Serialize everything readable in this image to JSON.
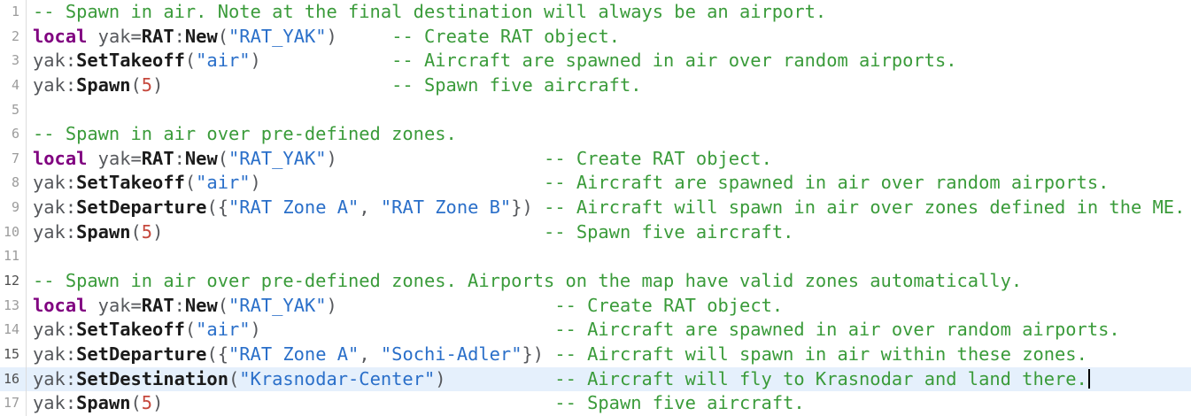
{
  "editor": {
    "background": "#ffffff",
    "language": "lua",
    "colors": {
      "comment": "#3a9b3a",
      "keyword": "#800080",
      "string": "#2a6fc9",
      "number": "#c5473c",
      "func": "#1b1b1b",
      "plain": "#56585c",
      "line_number": "#9c9c9c",
      "line_number_dark": "#4e4e4e",
      "gutter_border": "#dcdcdc",
      "active_line_background": "#e5f0fc",
      "cursor": "#000000"
    },
    "lines": [
      {
        "num": "1",
        "dark": false,
        "active": false,
        "cursor": false,
        "tokens": [
          {
            "t": "-- Spawn in air. Note at the final destination will always be an airport.",
            "c": "c"
          }
        ]
      },
      {
        "num": "2",
        "dark": false,
        "active": false,
        "cursor": false,
        "tokens": [
          {
            "t": "local",
            "c": "k"
          },
          {
            "t": " yak=",
            "c": "p"
          },
          {
            "t": "RAT",
            "c": "f"
          },
          {
            "t": ":",
            "c": "p"
          },
          {
            "t": "New",
            "c": "f"
          },
          {
            "t": "(",
            "c": "p"
          },
          {
            "t": "\"RAT_YAK\"",
            "c": "s"
          },
          {
            "t": ")     ",
            "c": "p"
          },
          {
            "t": "-- Create RAT object.",
            "c": "c"
          }
        ]
      },
      {
        "num": "3",
        "dark": false,
        "active": false,
        "cursor": false,
        "tokens": [
          {
            "t": "yak:",
            "c": "p"
          },
          {
            "t": "SetTakeoff",
            "c": "f"
          },
          {
            "t": "(",
            "c": "p"
          },
          {
            "t": "\"air\"",
            "c": "s"
          },
          {
            "t": ")            ",
            "c": "p"
          },
          {
            "t": "-- Aircraft are spawned in air over random airports.",
            "c": "c"
          }
        ]
      },
      {
        "num": "4",
        "dark": false,
        "active": false,
        "cursor": false,
        "tokens": [
          {
            "t": "yak:",
            "c": "p"
          },
          {
            "t": "Spawn",
            "c": "f"
          },
          {
            "t": "(",
            "c": "p"
          },
          {
            "t": "5",
            "c": "n"
          },
          {
            "t": ")                     ",
            "c": "p"
          },
          {
            "t": "-- Spawn five aircraft.",
            "c": "c"
          }
        ]
      },
      {
        "num": "5",
        "dark": false,
        "active": false,
        "cursor": false,
        "tokens": []
      },
      {
        "num": "6",
        "dark": false,
        "active": false,
        "cursor": false,
        "tokens": [
          {
            "t": "-- Spawn in air over pre-defined zones.",
            "c": "c"
          }
        ]
      },
      {
        "num": "7",
        "dark": false,
        "active": false,
        "cursor": false,
        "tokens": [
          {
            "t": "local",
            "c": "k"
          },
          {
            "t": " yak=",
            "c": "p"
          },
          {
            "t": "RAT",
            "c": "f"
          },
          {
            "t": ":",
            "c": "p"
          },
          {
            "t": "New",
            "c": "f"
          },
          {
            "t": "(",
            "c": "p"
          },
          {
            "t": "\"RAT_YAK\"",
            "c": "s"
          },
          {
            "t": ")                   ",
            "c": "p"
          },
          {
            "t": "-- Create RAT object.",
            "c": "c"
          }
        ]
      },
      {
        "num": "8",
        "dark": false,
        "active": false,
        "cursor": false,
        "tokens": [
          {
            "t": "yak:",
            "c": "p"
          },
          {
            "t": "SetTakeoff",
            "c": "f"
          },
          {
            "t": "(",
            "c": "p"
          },
          {
            "t": "\"air\"",
            "c": "s"
          },
          {
            "t": ")                          ",
            "c": "p"
          },
          {
            "t": "-- Aircraft are spawned in air over random airports.",
            "c": "c"
          }
        ]
      },
      {
        "num": "9",
        "dark": false,
        "active": false,
        "cursor": false,
        "tokens": [
          {
            "t": "yak:",
            "c": "p"
          },
          {
            "t": "SetDeparture",
            "c": "f"
          },
          {
            "t": "({",
            "c": "p"
          },
          {
            "t": "\"RAT Zone A\"",
            "c": "s"
          },
          {
            "t": ", ",
            "c": "p"
          },
          {
            "t": "\"RAT Zone B\"",
            "c": "s"
          },
          {
            "t": "}) ",
            "c": "p"
          },
          {
            "t": "-- Aircraft will spawn in air over zones defined in the ME.",
            "c": "c"
          }
        ]
      },
      {
        "num": "10",
        "dark": false,
        "active": false,
        "cursor": false,
        "tokens": [
          {
            "t": "yak:",
            "c": "p"
          },
          {
            "t": "Spawn",
            "c": "f"
          },
          {
            "t": "(",
            "c": "p"
          },
          {
            "t": "5",
            "c": "n"
          },
          {
            "t": ")                                   ",
            "c": "p"
          },
          {
            "t": "-- Spawn five aircraft.",
            "c": "c"
          }
        ]
      },
      {
        "num": "11",
        "dark": false,
        "active": false,
        "cursor": false,
        "tokens": []
      },
      {
        "num": "12",
        "dark": true,
        "active": false,
        "cursor": false,
        "tokens": [
          {
            "t": "-- Spawn in air over pre-defined zones. Airports on the map have valid zones automatically.",
            "c": "c"
          }
        ]
      },
      {
        "num": "13",
        "dark": false,
        "active": false,
        "cursor": false,
        "tokens": [
          {
            "t": "local",
            "c": "k"
          },
          {
            "t": " yak=",
            "c": "p"
          },
          {
            "t": "RAT",
            "c": "f"
          },
          {
            "t": ":",
            "c": "p"
          },
          {
            "t": "New",
            "c": "f"
          },
          {
            "t": "(",
            "c": "p"
          },
          {
            "t": "\"RAT_YAK\"",
            "c": "s"
          },
          {
            "t": ")                    ",
            "c": "p"
          },
          {
            "t": "-- Create RAT object.",
            "c": "c"
          }
        ]
      },
      {
        "num": "14",
        "dark": false,
        "active": false,
        "cursor": false,
        "tokens": [
          {
            "t": "yak:",
            "c": "p"
          },
          {
            "t": "SetTakeoff",
            "c": "f"
          },
          {
            "t": "(",
            "c": "p"
          },
          {
            "t": "\"air\"",
            "c": "s"
          },
          {
            "t": ")                           ",
            "c": "p"
          },
          {
            "t": "-- Aircraft are spawned in air over random airports.",
            "c": "c"
          }
        ]
      },
      {
        "num": "15",
        "dark": true,
        "active": false,
        "cursor": false,
        "tokens": [
          {
            "t": "yak:",
            "c": "p"
          },
          {
            "t": "SetDeparture",
            "c": "f"
          },
          {
            "t": "({",
            "c": "p"
          },
          {
            "t": "\"RAT Zone A\"",
            "c": "s"
          },
          {
            "t": ", ",
            "c": "p"
          },
          {
            "t": "\"Sochi-Adler\"",
            "c": "s"
          },
          {
            "t": "}) ",
            "c": "p"
          },
          {
            "t": "-- Aircraft will spawn in air within these zones.",
            "c": "c"
          }
        ]
      },
      {
        "num": "16",
        "dark": true,
        "active": true,
        "cursor": true,
        "tokens": [
          {
            "t": "yak:",
            "c": "p"
          },
          {
            "t": "SetDestination",
            "c": "f"
          },
          {
            "t": "(",
            "c": "p"
          },
          {
            "t": "\"Krasnodar-Center\"",
            "c": "s"
          },
          {
            "t": ")          ",
            "c": "p"
          },
          {
            "t": "-- Aircraft will fly to Krasnodar and land there.",
            "c": "c"
          }
        ]
      },
      {
        "num": "17",
        "dark": false,
        "active": false,
        "cursor": false,
        "tokens": [
          {
            "t": "yak:",
            "c": "p"
          },
          {
            "t": "Spawn",
            "c": "f"
          },
          {
            "t": "(",
            "c": "p"
          },
          {
            "t": "5",
            "c": "n"
          },
          {
            "t": ")                                    ",
            "c": "p"
          },
          {
            "t": "-- Spawn five aircraft.",
            "c": "c"
          }
        ]
      }
    ]
  }
}
